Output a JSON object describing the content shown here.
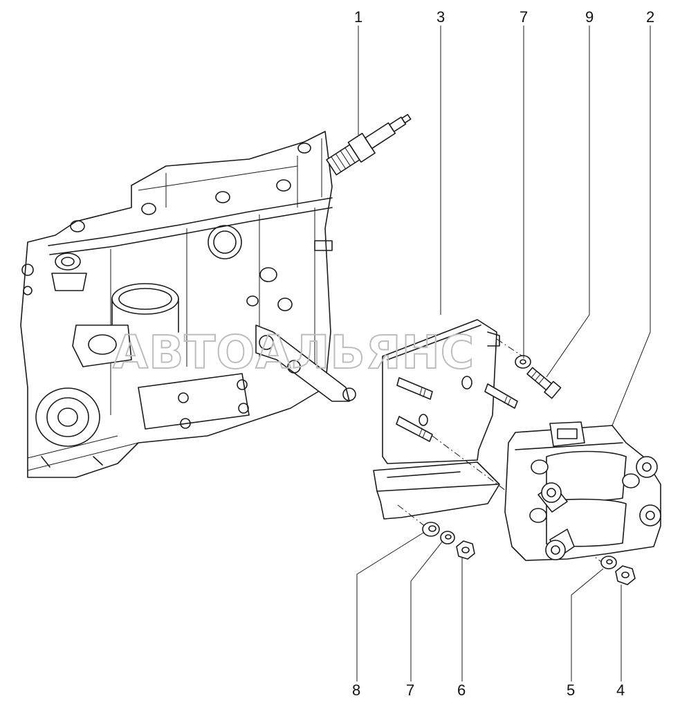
{
  "watermark": "АВТОАЛЬЯНС",
  "callouts": {
    "spark_plug": "1",
    "ignition_module": "2",
    "bracket": "3",
    "nut_bottom_right": "4",
    "washer_bottom_right": "5",
    "nut_bottom": "6",
    "washer_top": "7",
    "washer_bottom": "7",
    "spacer_bottom": "8",
    "bolt_top": "9"
  }
}
